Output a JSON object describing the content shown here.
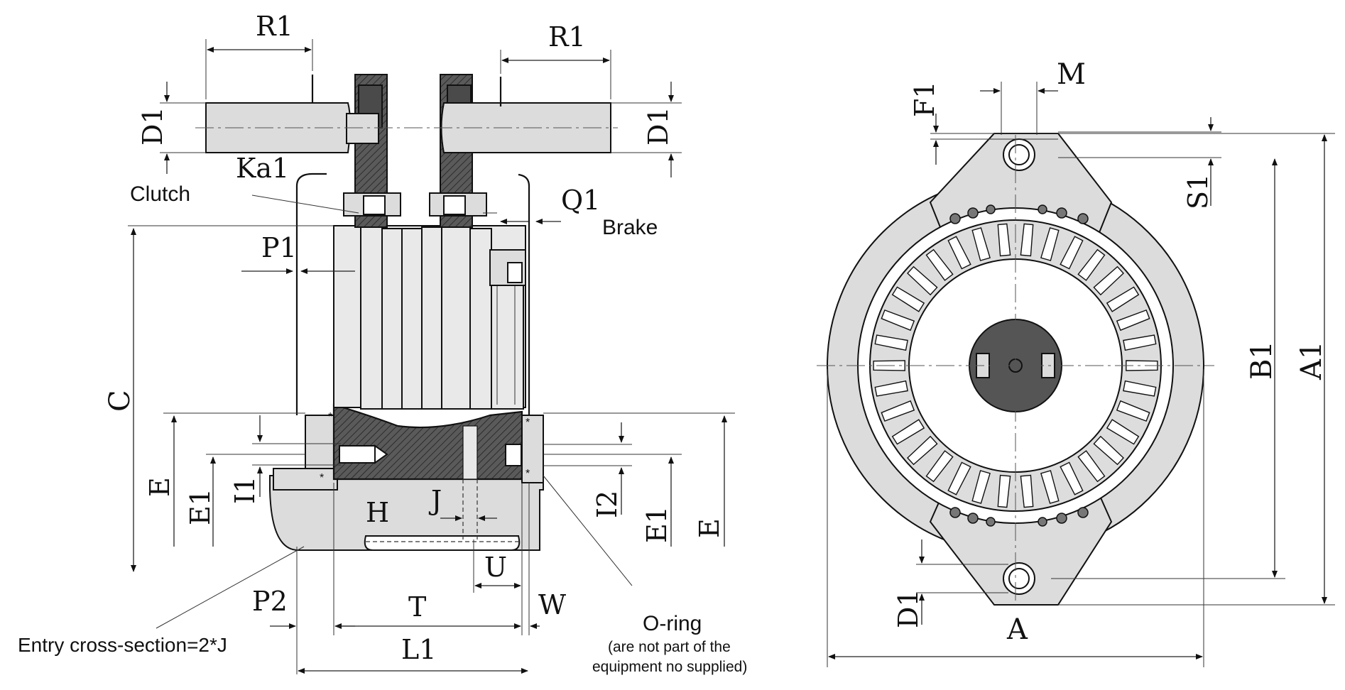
{
  "diagram": {
    "side_view": {
      "dimensions": {
        "r1_left": "R1",
        "r1_right": "R1",
        "d1_left": "D1",
        "d1_right": "D1",
        "ka1": "Ka1",
        "q1": "Q1",
        "p1": "P1",
        "c": "C",
        "e_left": "E",
        "e1_left": "E1",
        "i1": "I1",
        "h": "H",
        "j": "J",
        "i2": "I2",
        "e1_right": "E1",
        "e_right": "E",
        "u": "U",
        "p2": "P2",
        "t": "T",
        "w": "W",
        "l1": "L1"
      },
      "annotations": {
        "clutch": "Clutch",
        "brake": "Brake",
        "entry": "Entry cross-section=2*J",
        "oring_title": "O-ring",
        "oring_note_1": "(are not part of the",
        "oring_note_2": "equipment no supplied)"
      }
    },
    "front_view": {
      "dimensions": {
        "m": "M",
        "f1": "F1",
        "s1": "S1",
        "b1": "B1",
        "a1": "A1",
        "d1": "D1",
        "a": "A"
      }
    }
  }
}
